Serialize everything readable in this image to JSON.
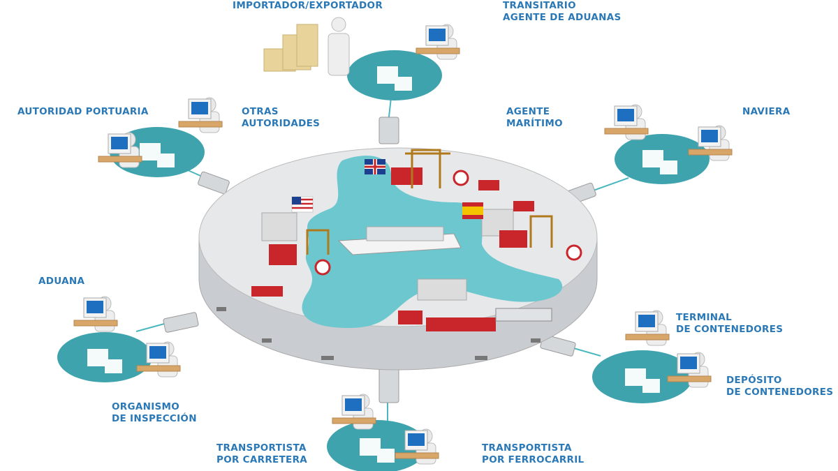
{
  "colors": {
    "label": "#2a78b5",
    "teal": "#3fa3ad",
    "water": "#6cc7cf",
    "platform": "#e4e6e8",
    "container_red": "#c8262b"
  },
  "labels": {
    "importador": [
      "IMPORTADOR/EXPORTADOR"
    ],
    "transitario": [
      "TRANSITARIO",
      "AGENTE DE ADUANAS"
    ],
    "autoridad_portuaria": [
      "AUTORIDAD PORTUARIA"
    ],
    "otras_autoridades": [
      "OTRAS",
      "AUTORIDADES"
    ],
    "agente_maritimo": [
      "AGENTE",
      "MARÍTIMO"
    ],
    "naviera": [
      "NAVIERA"
    ],
    "aduana": [
      "ADUANA"
    ],
    "organismo": [
      "ORGANISMO",
      "DE INSPECCIÓN"
    ],
    "terminal": [
      "TERMINAL",
      "DE CONTENEDORES"
    ],
    "deposito": [
      "DEPÓSITO",
      "DE CONTENEDORES"
    ],
    "carretera": [
      "TRANSPORTISTA",
      "POR CARRETERA"
    ],
    "ferrocarril": [
      "TRANSPORTISTA",
      "POR FERROCARRIL"
    ]
  }
}
